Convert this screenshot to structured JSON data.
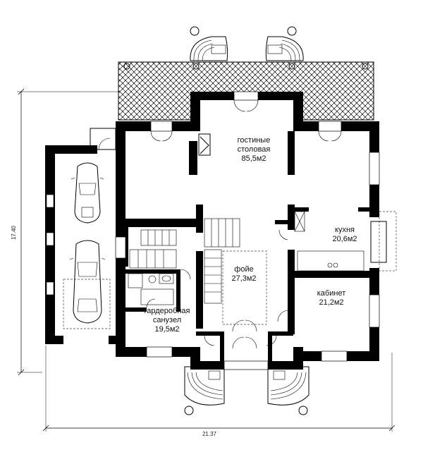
{
  "plan": {
    "dimensions": {
      "total_width": "21.37",
      "total_height": "17.40"
    },
    "rooms": {
      "living": {
        "line1": "гостиные",
        "line2": "столовая",
        "area": "85,5м2"
      },
      "kitchen": {
        "line1": "кухня",
        "area": "20,6м2"
      },
      "foyer": {
        "line1": "фойе",
        "area": "27,3м2"
      },
      "study": {
        "line1": "кабинет",
        "area": "21,2м2"
      },
      "wardrobe": {
        "line1": "гардеробная",
        "line2": "санузел",
        "area": "19,5м2"
      }
    }
  }
}
